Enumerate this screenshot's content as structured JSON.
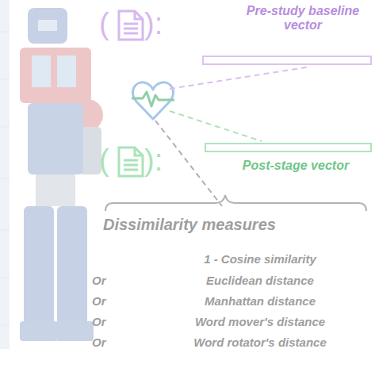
{
  "diagram": {
    "nodes": [
      {
        "text": [
          "Pre-study baseline vector"
        ]
      },
      {
        "text": [
          "Post-stage vector"
        ]
      }
    ],
    "labels": [
      "(",
      "):",
      "(",
      "):",
      "Dissimilarity measures",
      "1 - Cosine similarity",
      "Or",
      "Euclidean distance",
      "Or",
      "Manhattan distance",
      "Or",
      "Word mover's distance",
      "Or",
      "Word rotator's distance"
    ]
  }
}
